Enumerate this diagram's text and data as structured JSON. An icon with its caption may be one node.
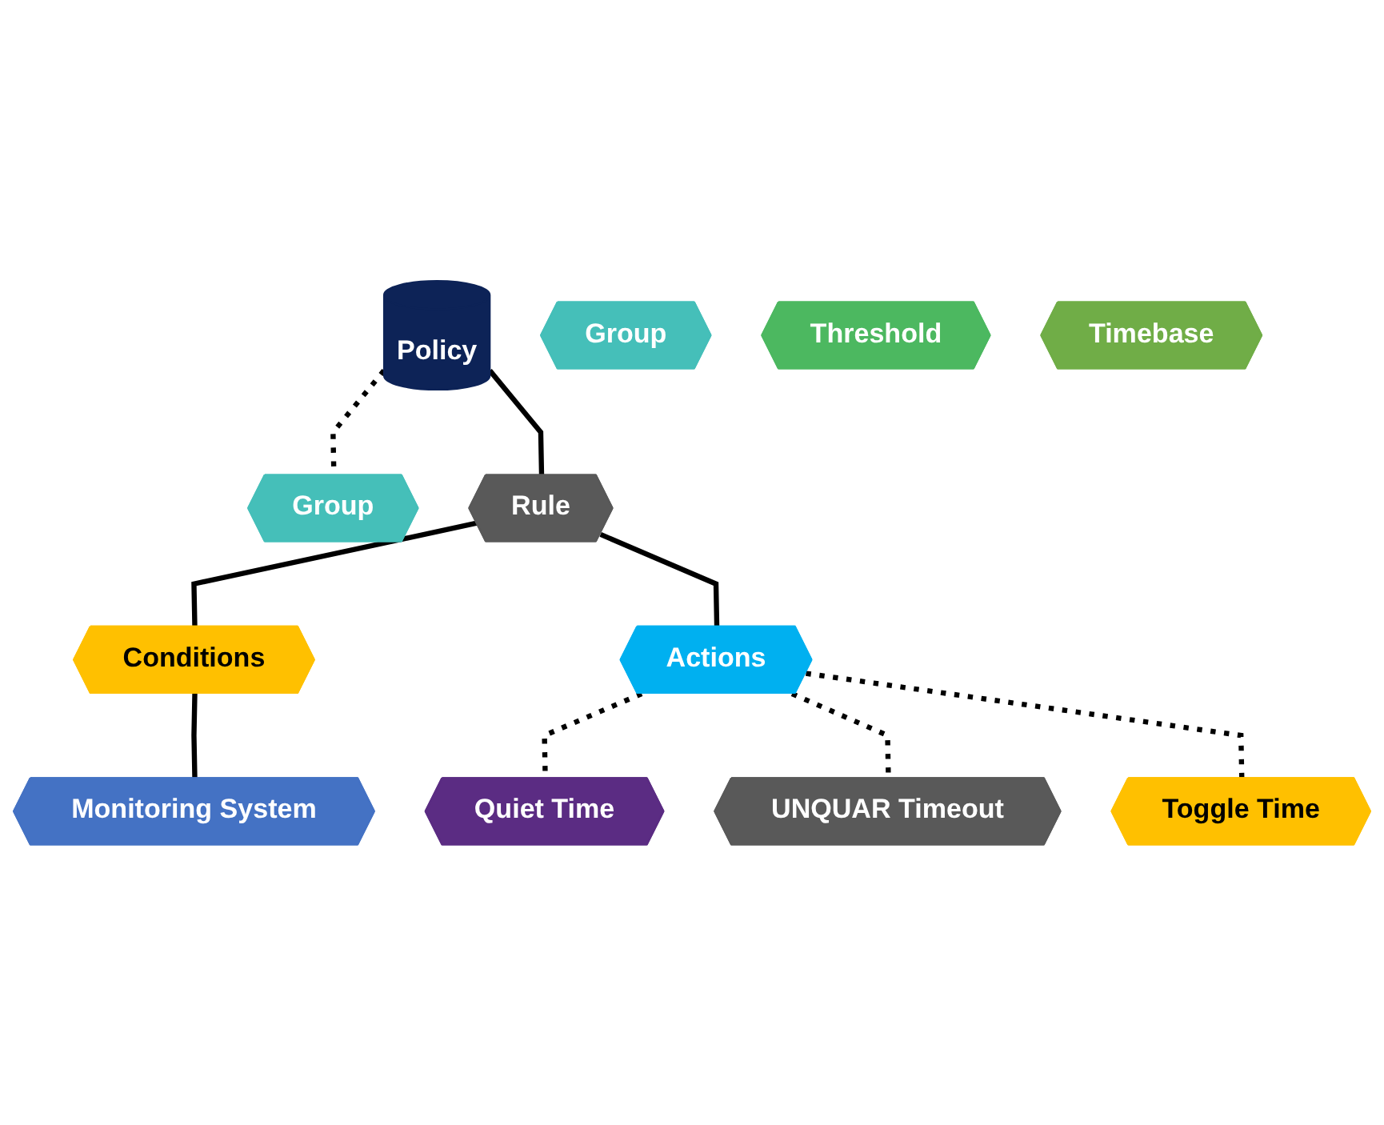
{
  "diagram": {
    "nodes": [
      {
        "text": [
          "Policy"
        ]
      },
      {
        "text": [
          "Group"
        ]
      },
      {
        "text": [
          "Rule"
        ]
      },
      {
        "text": [
          "Conditions"
        ]
      },
      {
        "text": [
          "Actions"
        ]
      },
      {
        "text": [
          "Group"
        ]
      },
      {
        "text": [
          "Monitoring System"
        ]
      },
      {
        "text": [
          "Threshold"
        ]
      },
      {
        "text": [
          "Timebase"
        ]
      },
      {
        "text": [
          "Quiet Time"
        ]
      },
      {
        "text": [
          "UNQUAR Timeout"
        ]
      },
      {
        "text": [
          "Toggle Time"
        ]
      }
    ],
    "edges": [
      {
        "from": 0,
        "to": 1,
        "arrow": "none",
        "style": "dashed"
      },
      {
        "from": 0,
        "to": 2,
        "arrow": "none"
      },
      {
        "from": 2,
        "to": 3,
        "arrow": "none"
      },
      {
        "from": 2,
        "to": 4,
        "arrow": "none"
      },
      {
        "from": 3,
        "to": 6,
        "arrow": "none"
      },
      {
        "from": 4,
        "to": 9,
        "arrow": "none",
        "style": "dashed"
      },
      {
        "from": 4,
        "to": 10,
        "arrow": "none",
        "style": "dashed"
      },
      {
        "from": 4,
        "to": 11,
        "arrow": "none",
        "style": "dashed"
      }
    ]
  }
}
